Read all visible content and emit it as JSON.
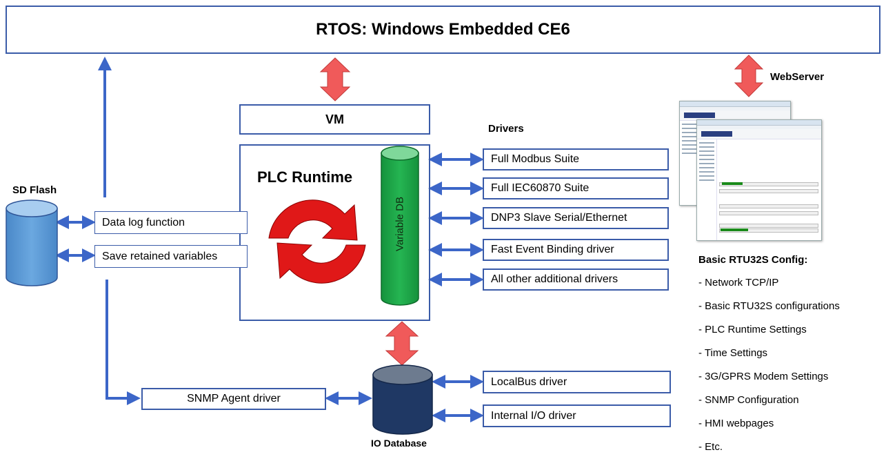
{
  "rtos": {
    "title": "RTOS: Windows Embedded CE6"
  },
  "vm": {
    "label": "VM"
  },
  "plc": {
    "title": "PLC Runtime",
    "variable_db": "Variable DB"
  },
  "sd_flash": {
    "label": "SD Flash"
  },
  "sd_functions": {
    "data_log": "Data log function",
    "save_retained": "Save retained variables"
  },
  "drivers": {
    "heading": "Drivers",
    "items": [
      "Full Modbus Suite",
      "Full IEC60870 Suite",
      "DNP3 Slave Serial/Ethernet",
      "Fast Event Binding driver",
      "All other additional drivers"
    ]
  },
  "webserver": {
    "label": "WebServer"
  },
  "io_database": {
    "label": "IO Database",
    "snmp": "SNMP Agent driver",
    "localbus": "LocalBus driver",
    "internal_io": "Internal I/O driver"
  },
  "config": {
    "heading": "Basic RTU32S Config:",
    "items": [
      "- Network TCP/IP",
      "- Basic RTU32S configurations",
      "- PLC Runtime Settings",
      "- Time Settings",
      "- 3G/GPRS Modem Settings",
      "- SNMP Configuration",
      "- HMI webpages",
      "- Etc."
    ]
  },
  "colors": {
    "box_border": "#3a5ba8",
    "arrow_blue": "#3c66c8",
    "arrow_red": "#f05a5a",
    "cycle_red": "#e01818",
    "db_green": "#1fa84a",
    "sd_blue": "#5b9bd5",
    "io_navy": "#1f3864"
  }
}
